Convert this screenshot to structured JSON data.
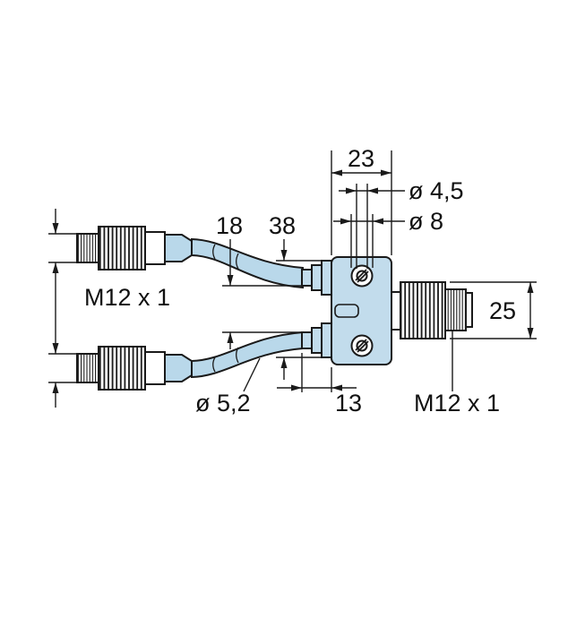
{
  "drawing": {
    "type": "technical-dimension-drawing",
    "subject": "Y-splitter cordset: two female M12 connectors joined to a splitter body with one male M12 connector",
    "colors": {
      "outline": "#1a1a1a",
      "cable": "#b9d8ea",
      "body": "#c2dcec",
      "background": "#ffffff"
    },
    "labels": {
      "dim_width_top": "23",
      "dim_hole_small": "ø 4,5",
      "dim_hole_large": "ø 8",
      "dim_port_gap": "18",
      "dim_port_span": "38",
      "thread_left": "M12 x 1",
      "dim_connector_height": "25",
      "dim_cable_diameter": "ø 5,2",
      "dim_port_depth": "13",
      "thread_right": "M12 x 1"
    }
  }
}
